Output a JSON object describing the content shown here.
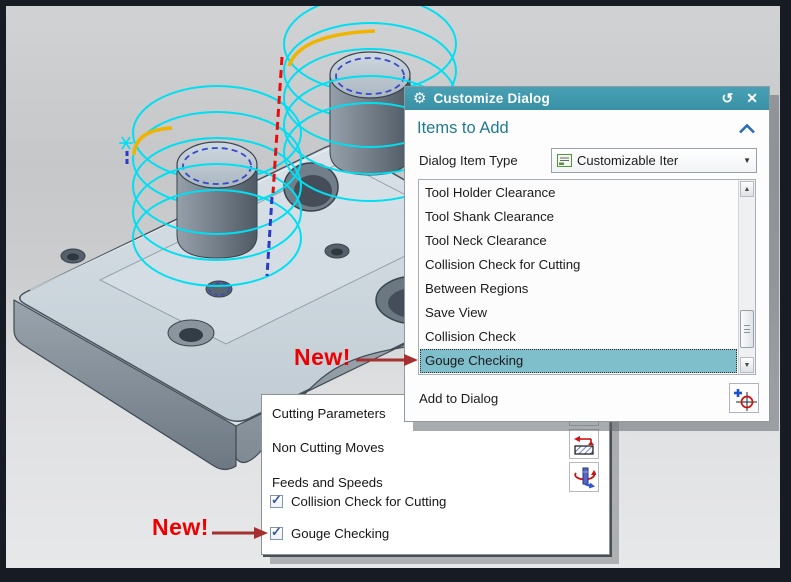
{
  "titlebar": {
    "title": "Customize Dialog",
    "gear_icon": "⚙",
    "reset_icon": "↺",
    "close_icon": "✕"
  },
  "items_to_add": {
    "header": "Items to Add",
    "dialog_item_type_label": "Dialog Item Type",
    "dialog_item_type_value": "Customizable Iter",
    "dropdown_arrow": "▼",
    "list": {
      "items": [
        "Tool Holder Clearance",
        "Tool Shank Clearance",
        "Tool Neck Clearance",
        "Collision Check for Cutting",
        "Between Regions",
        "Save View",
        "Collision Check",
        "Gouge Checking"
      ],
      "selected_item": "Gouge Checking"
    },
    "add_to_dialog_label": "Add to Dialog"
  },
  "scrollbar": {
    "up_arrow": "▲",
    "down_arrow": "▼"
  },
  "options_panel": {
    "buttons": [
      "Cutting Parameters",
      "Non Cutting Moves",
      "Feeds and Speeds"
    ],
    "checkboxes": [
      {
        "label": "Collision Check for Cutting",
        "checked": true
      },
      {
        "label": "Gouge Checking",
        "checked": true
      }
    ],
    "check_glyph": "✓"
  },
  "annotations": {
    "new_label_top": "New!",
    "new_label_bottom": "New!"
  },
  "colors": {
    "titlebar_teal": "#3e95aa",
    "header_text_teal": "#1e7b91",
    "selection_teal": "#7fbecb",
    "new_red": "#ee0000",
    "arrow_dark_red": "#a63030",
    "toolpath_cyan": "#00dff2"
  }
}
